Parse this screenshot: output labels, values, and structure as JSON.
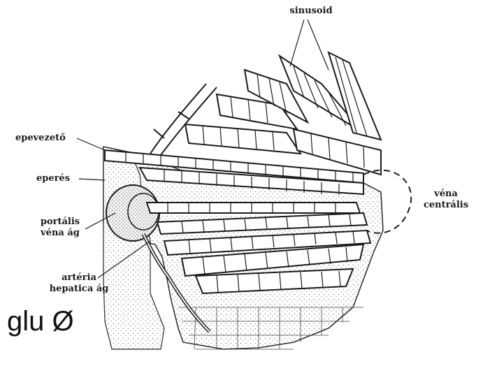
{
  "diagram": {
    "labels": {
      "sinusoid": "sinusoid",
      "epevezeto": "epevezető",
      "eperes": "eperés",
      "portalis_line1": "portális",
      "portalis_line2": "véna ág",
      "arteria_line1": "artéria",
      "arteria_line2": "hepatica ág",
      "vena_line1": "véna",
      "vena_line2": "centrális"
    },
    "overlay_text": "glu Ø"
  },
  "colors": {
    "ink": "#1a1a1a",
    "paper": "#ffffff",
    "stipple": "#9a9a9a"
  }
}
